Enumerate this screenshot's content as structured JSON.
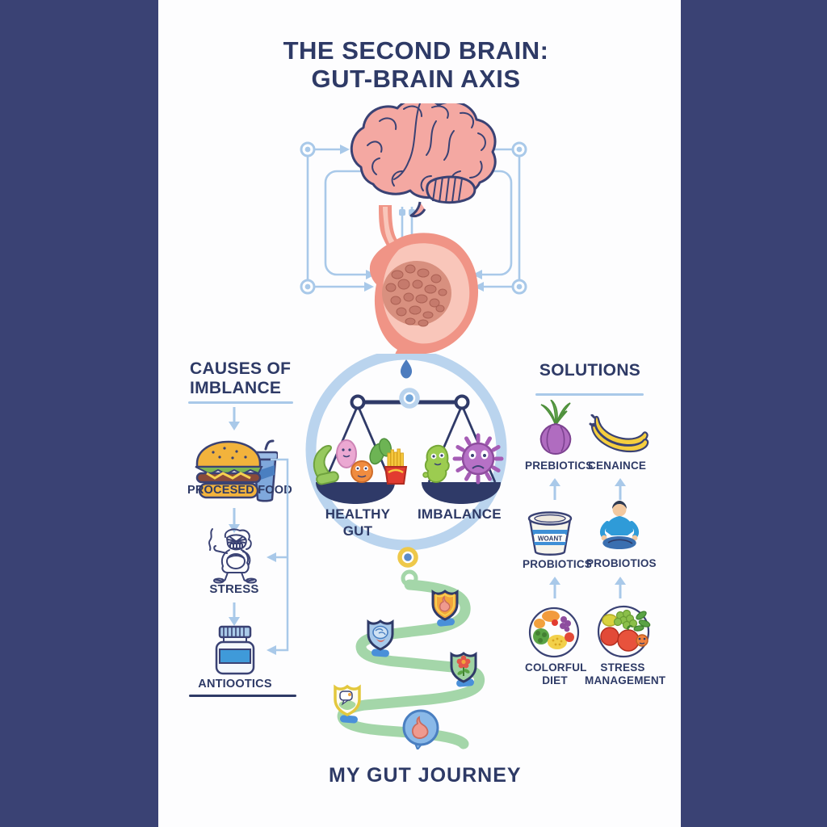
{
  "title": {
    "line1": "THE SECOND BRAIN:",
    "line2": "GUT-BRAIN AXIS"
  },
  "causes": {
    "header_line1": "CAUSES OF",
    "header_line2": "IMBLANCE",
    "items": [
      {
        "label": "PROCESED FOOD",
        "icon": "burger-and-soda-icon"
      },
      {
        "label": "STRESS",
        "icon": "stressed-person-icon"
      },
      {
        "label": "ANTIOOTICS",
        "icon": "antibiotics-bottle-icon"
      }
    ]
  },
  "balance": {
    "left_line1": "HEALTHY",
    "left_line2": "GUT",
    "right_label": "IMBALANCE"
  },
  "solutions": {
    "header": "SOLUTIONS",
    "yogurt_cup_text": "WOANT",
    "items": [
      {
        "label": "PREBIOTICS",
        "icon": "onion-icon"
      },
      {
        "label": "CENAINCE",
        "icon": "bananas-icon"
      },
      {
        "label": "PROBIOTICS",
        "icon": "yogurt-cup-icon"
      },
      {
        "label": "PROBIOTIOS",
        "icon": "meditating-person-icon"
      },
      {
        "label_line1": "COLORFUL",
        "label_line2": "DIET",
        "icon": "colorful-plate-icon"
      },
      {
        "label_line1": "STRESS",
        "label_line2": "MANAGEMENT",
        "icon": "veggie-bowl-icon"
      }
    ]
  },
  "journey": {
    "title": "MY GUT JOURNEY"
  },
  "colors": {
    "side_border": "#3a4274",
    "text_navy": "#2e3a66",
    "accent_blue": "#a9c9e9",
    "ring_blue": "#bad4ee",
    "scale_navy": "#2f3a68",
    "path_green": "#a4d6a9"
  }
}
